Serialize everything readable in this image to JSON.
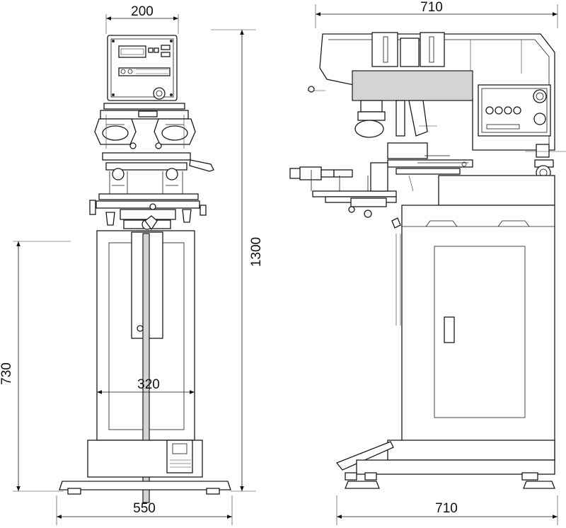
{
  "drawing": {
    "type": "pad printing machine dimension drawing",
    "views": [
      "front view",
      "side view"
    ]
  },
  "dimensions": {
    "control_box_width": "200",
    "side_total_top": "710",
    "machine_height": "1300",
    "lower_height": "730",
    "cabinet_width": "320",
    "front_base_width": "550",
    "side_base_width": "710"
  }
}
